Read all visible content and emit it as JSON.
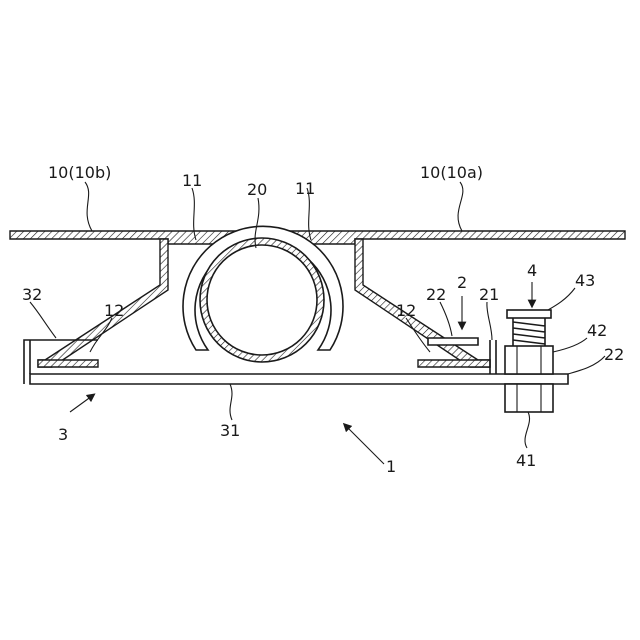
{
  "labels": {
    "panel_right": "10(10a)",
    "panel_left": "10(10b)",
    "channel_left": "11",
    "channel_right": "11",
    "pipe": "20",
    "clamp_left": "12",
    "clamp_right": "12",
    "bracket_left": "32",
    "bracket_assembly": "3",
    "base_plate": "31",
    "assembly": "1",
    "fixture": "2",
    "fixture_plate": "22",
    "fixture_plate_end": "22",
    "fixture_wall": "21",
    "bolt_assembly": "4",
    "bolt_head": "43",
    "nut": "42",
    "bolt": "41"
  }
}
